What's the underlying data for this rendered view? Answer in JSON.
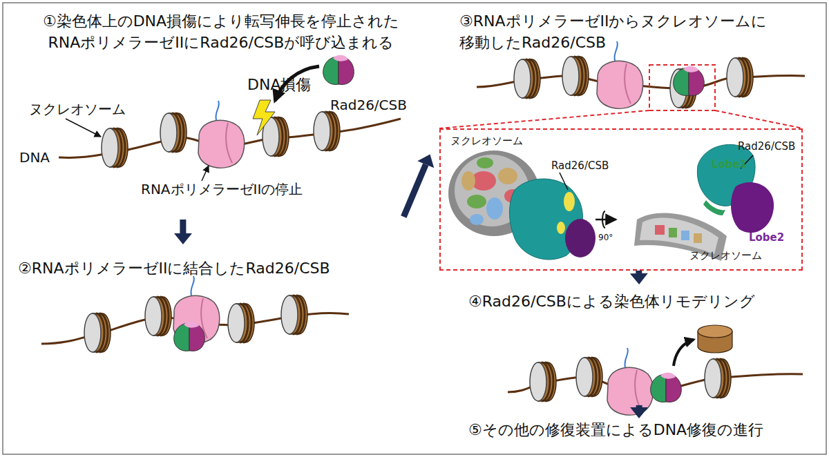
{
  "diagram": {
    "nodes": [
      {
        "text": [
          "①染色体上のDNA損傷により転写伸長を停止された RNAポリメラーゼIIにRad26/CSBが呼び込まれる"
        ]
      },
      {
        "text": [
          "②RNAポリメラーゼIIに結合したRad26/CSB"
        ]
      },
      {
        "text": [
          "③RNAポリメラーゼIIからヌクレオソームに 移動したRad26/CSB"
        ]
      },
      {
        "text": [
          "ヌクレオソーム",
          "Rad26/CSB",
          "Rad26/CSB",
          "Lobe1",
          "Lobe2",
          "90°",
          "ヌクレオソーム"
        ]
      },
      {
        "text": [
          "④Rad26/CSBによる染色体リモデリング"
        ]
      },
      {
        "text": [
          "⑤その他の修復装置によるDNA修復の進行"
        ]
      }
    ],
    "edges": [
      {
        "from": 0,
        "to": 1,
        "arrow": "to"
      },
      {
        "from": 1,
        "to": 2,
        "arrow": "to"
      },
      {
        "from": 3,
        "to": 4,
        "arrow": "to"
      },
      {
        "from": 4,
        "to": 5,
        "arrow": "to"
      }
    ],
    "labels": [
      "ヌクレオソーム",
      "DNA",
      "RNAポリメラーゼIIの停止",
      "DNA損傷",
      "Rad26/CSB"
    ]
  }
}
